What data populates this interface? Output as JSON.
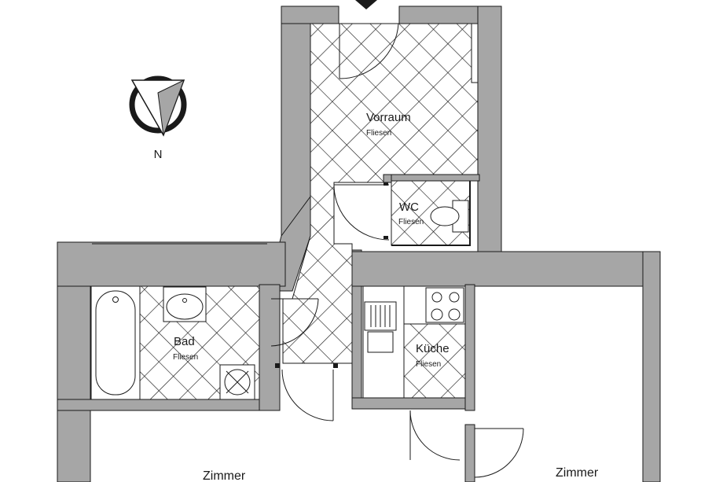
{
  "compass": {
    "label": "N",
    "icon": "north-arrow-icon"
  },
  "rooms": {
    "vorraum": {
      "name": "Vorraum",
      "material": "Fliesen"
    },
    "wc": {
      "name": "WC",
      "material": "Fliesen"
    },
    "bad": {
      "name": "Bad",
      "material": "Fliesen"
    },
    "kueche": {
      "name": "Küche",
      "material": "Fliesen"
    },
    "zimmer_left": {
      "name": "Zimmer"
    },
    "zimmer_right": {
      "name": "Zimmer"
    }
  },
  "colors": {
    "wall": "#a6a6a6",
    "line": "#1a1a1a",
    "tile": "#1a1a1a",
    "background": "#ffffff"
  },
  "icons": [
    "bathtub-icon",
    "washbasin-icon",
    "shower-drain-icon",
    "toilet-icon",
    "sink-icon",
    "stove-icon"
  ]
}
